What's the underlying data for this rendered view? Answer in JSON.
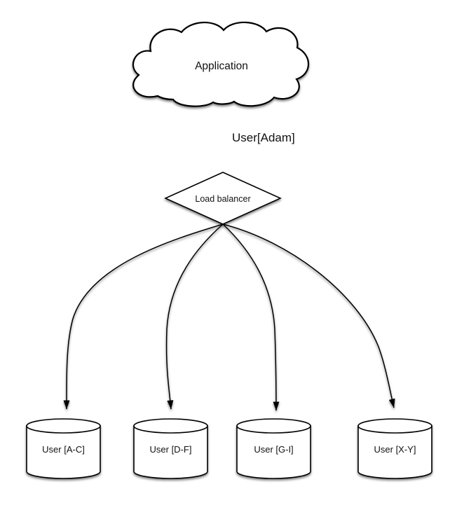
{
  "diagram": {
    "nodes": {
      "application": {
        "label": "Application",
        "shape": "cloud"
      },
      "load_balancer": {
        "label": "Load balancer",
        "shape": "diamond"
      }
    },
    "edges": {
      "app_to_lb": {
        "label": "User[Adam]"
      }
    },
    "shards": [
      {
        "label": "User [A-C]",
        "shape": "cylinder"
      },
      {
        "label": "User [D-F]",
        "shape": "cylinder"
      },
      {
        "label": "User [G-I]",
        "shape": "cylinder"
      },
      {
        "label": "User [X-Y]",
        "shape": "cylinder"
      }
    ],
    "colors": {
      "stroke": "#000000",
      "fill": "#ffffff",
      "background": "#ffffff",
      "shadow": "rgba(0,0,0,0.5)"
    }
  }
}
